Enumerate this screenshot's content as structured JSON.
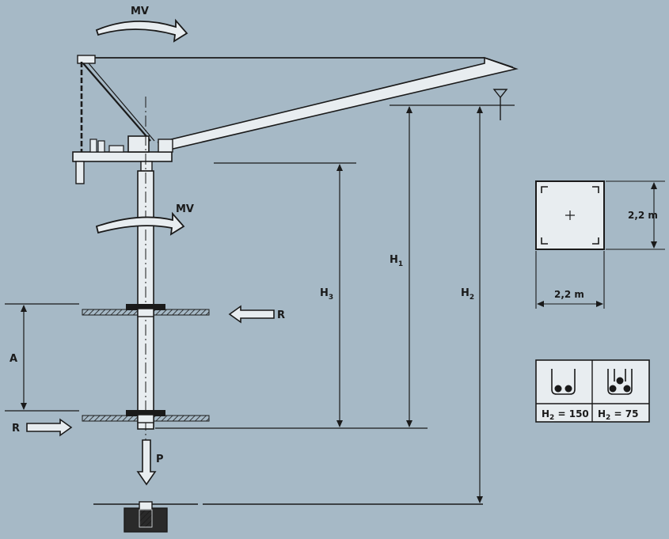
{
  "labels": {
    "mv_top": "MV",
    "mv_mast": "MV",
    "r_upper": "R",
    "r_lower": "R",
    "p": "P",
    "a": "A",
    "h1": "H",
    "h1_sub": "1",
    "h2": "H",
    "h2_sub": "2",
    "h3": "H",
    "h3_sub": "3"
  },
  "base_section": {
    "width_label": "2,2 m",
    "height_label": "2,2 m"
  },
  "hook_table": {
    "cells": [
      {
        "h": "H",
        "sub": "2",
        "value": " = 150"
      },
      {
        "h": "H",
        "sub": "2",
        "value": " = 75"
      }
    ]
  },
  "colors": {
    "background": "#a6b9c6",
    "line": "#1a1a1a",
    "fill_light": "#e8edf0"
  }
}
